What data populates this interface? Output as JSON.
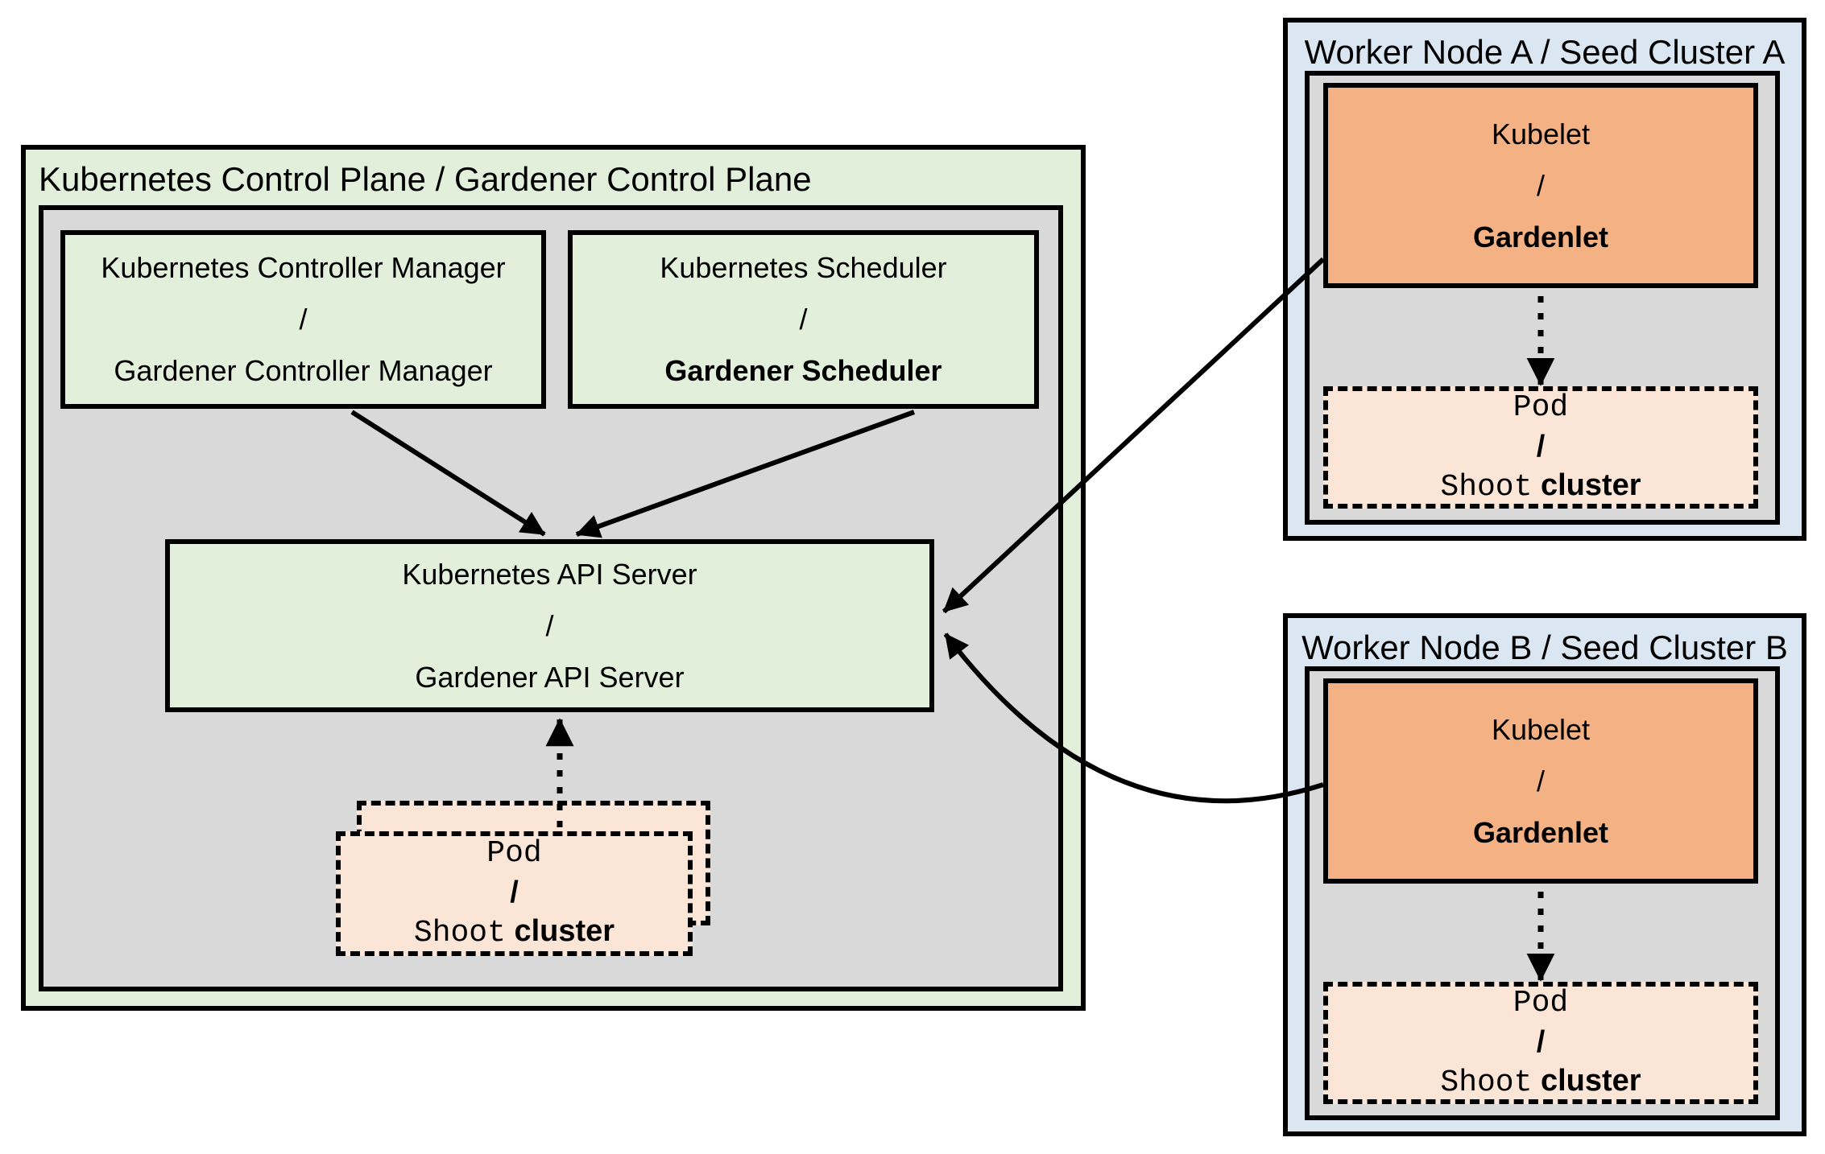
{
  "diagram": {
    "control_plane": {
      "title": "Kubernetes Control Plane / Gardener Control Plane",
      "controller_manager": {
        "line1": "Kubernetes Controller Manager",
        "sep": "/",
        "line2": "Gardener Controller Manager"
      },
      "scheduler": {
        "line1": "Kubernetes Scheduler",
        "sep": "/",
        "line2": "Gardener Scheduler"
      },
      "api_server": {
        "line1": "Kubernetes API Server",
        "sep": "/",
        "line2": "Gardener API Server"
      },
      "pod_stack": {
        "line1": "Pod",
        "sep": "/",
        "line2_mono": "Shoot",
        "line2_sans": "cluster"
      }
    },
    "worker_nodes": [
      {
        "title": "Worker Node A / Seed Cluster A",
        "kubelet": {
          "line1": "Kubelet",
          "sep": "/",
          "line2": "Gardenlet"
        },
        "pod": {
          "line1": "Pod",
          "sep": "/",
          "line2_mono": "Shoot",
          "line2_sans": "cluster"
        }
      },
      {
        "title": "Worker Node B / Seed Cluster B",
        "kubelet": {
          "line1": "Kubelet",
          "sep": "/",
          "line2": "Gardenlet"
        },
        "pod": {
          "line1": "Pod",
          "sep": "/",
          "line2_mono": "Shoot",
          "line2_sans": "cluster"
        }
      }
    ],
    "edges": [
      {
        "from": "Kubernetes Controller Manager / Gardener Controller Manager",
        "to": "Kubernetes API Server / Gardener API Server",
        "style": "solid-arrow"
      },
      {
        "from": "Kubernetes Scheduler / Gardener Scheduler",
        "to": "Kubernetes API Server / Gardener API Server",
        "style": "solid-arrow"
      },
      {
        "from": "Pod / Shoot cluster (control plane)",
        "to": "Kubernetes API Server / Gardener API Server",
        "style": "dotted-arrow"
      },
      {
        "from": "Kubelet / Gardenlet (Worker Node A)",
        "to": "Kubernetes API Server / Gardener API Server",
        "style": "solid-arrow"
      },
      {
        "from": "Kubelet / Gardenlet (Worker Node B)",
        "to": "Kubernetes API Server / Gardener API Server",
        "style": "solid-arrow"
      },
      {
        "from": "Kubelet / Gardenlet (Worker Node A)",
        "to": "Pod / Shoot cluster (Worker Node A)",
        "style": "dotted-arrow"
      },
      {
        "from": "Kubelet / Gardenlet (Worker Node B)",
        "to": "Pod / Shoot cluster (Worker Node B)",
        "style": "dotted-arrow"
      }
    ],
    "colors": {
      "control_plane_bg": "#e2efda",
      "inner_node_bg": "#d9d9d9",
      "component_green": "#e2efda",
      "worker_node_bg": "#dae6f2",
      "kubelet_orange": "#f4b183",
      "pod_peach": "#fbe5d6",
      "line_black": "#000000"
    }
  }
}
